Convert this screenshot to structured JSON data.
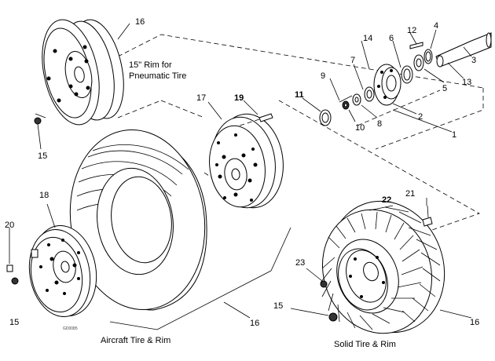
{
  "labels": {
    "p1": "1",
    "p2": "2",
    "p3": "3",
    "p4": "4",
    "p5": "5",
    "p6": "6",
    "p7": "7",
    "p8": "8",
    "p9": "9",
    "p10": "10",
    "p11": "11",
    "p12": "12",
    "p13": "13",
    "p14": "14",
    "p15a": "15",
    "p15b": "15",
    "p15c": "15",
    "p16a": "16",
    "p16b": "16",
    "p16c": "16",
    "p17": "17",
    "p18": "18",
    "p19": "19",
    "p20": "20",
    "p21": "21",
    "p22": "22",
    "p23": "23"
  },
  "captions": {
    "rim_line1": "15\" Rim for",
    "rim_line2": "Pneumatic Tire",
    "aircraft": "Aircraft Tire & Rim",
    "solid": "Solid Tire & Rim"
  },
  "drawing_code": "GD0085"
}
